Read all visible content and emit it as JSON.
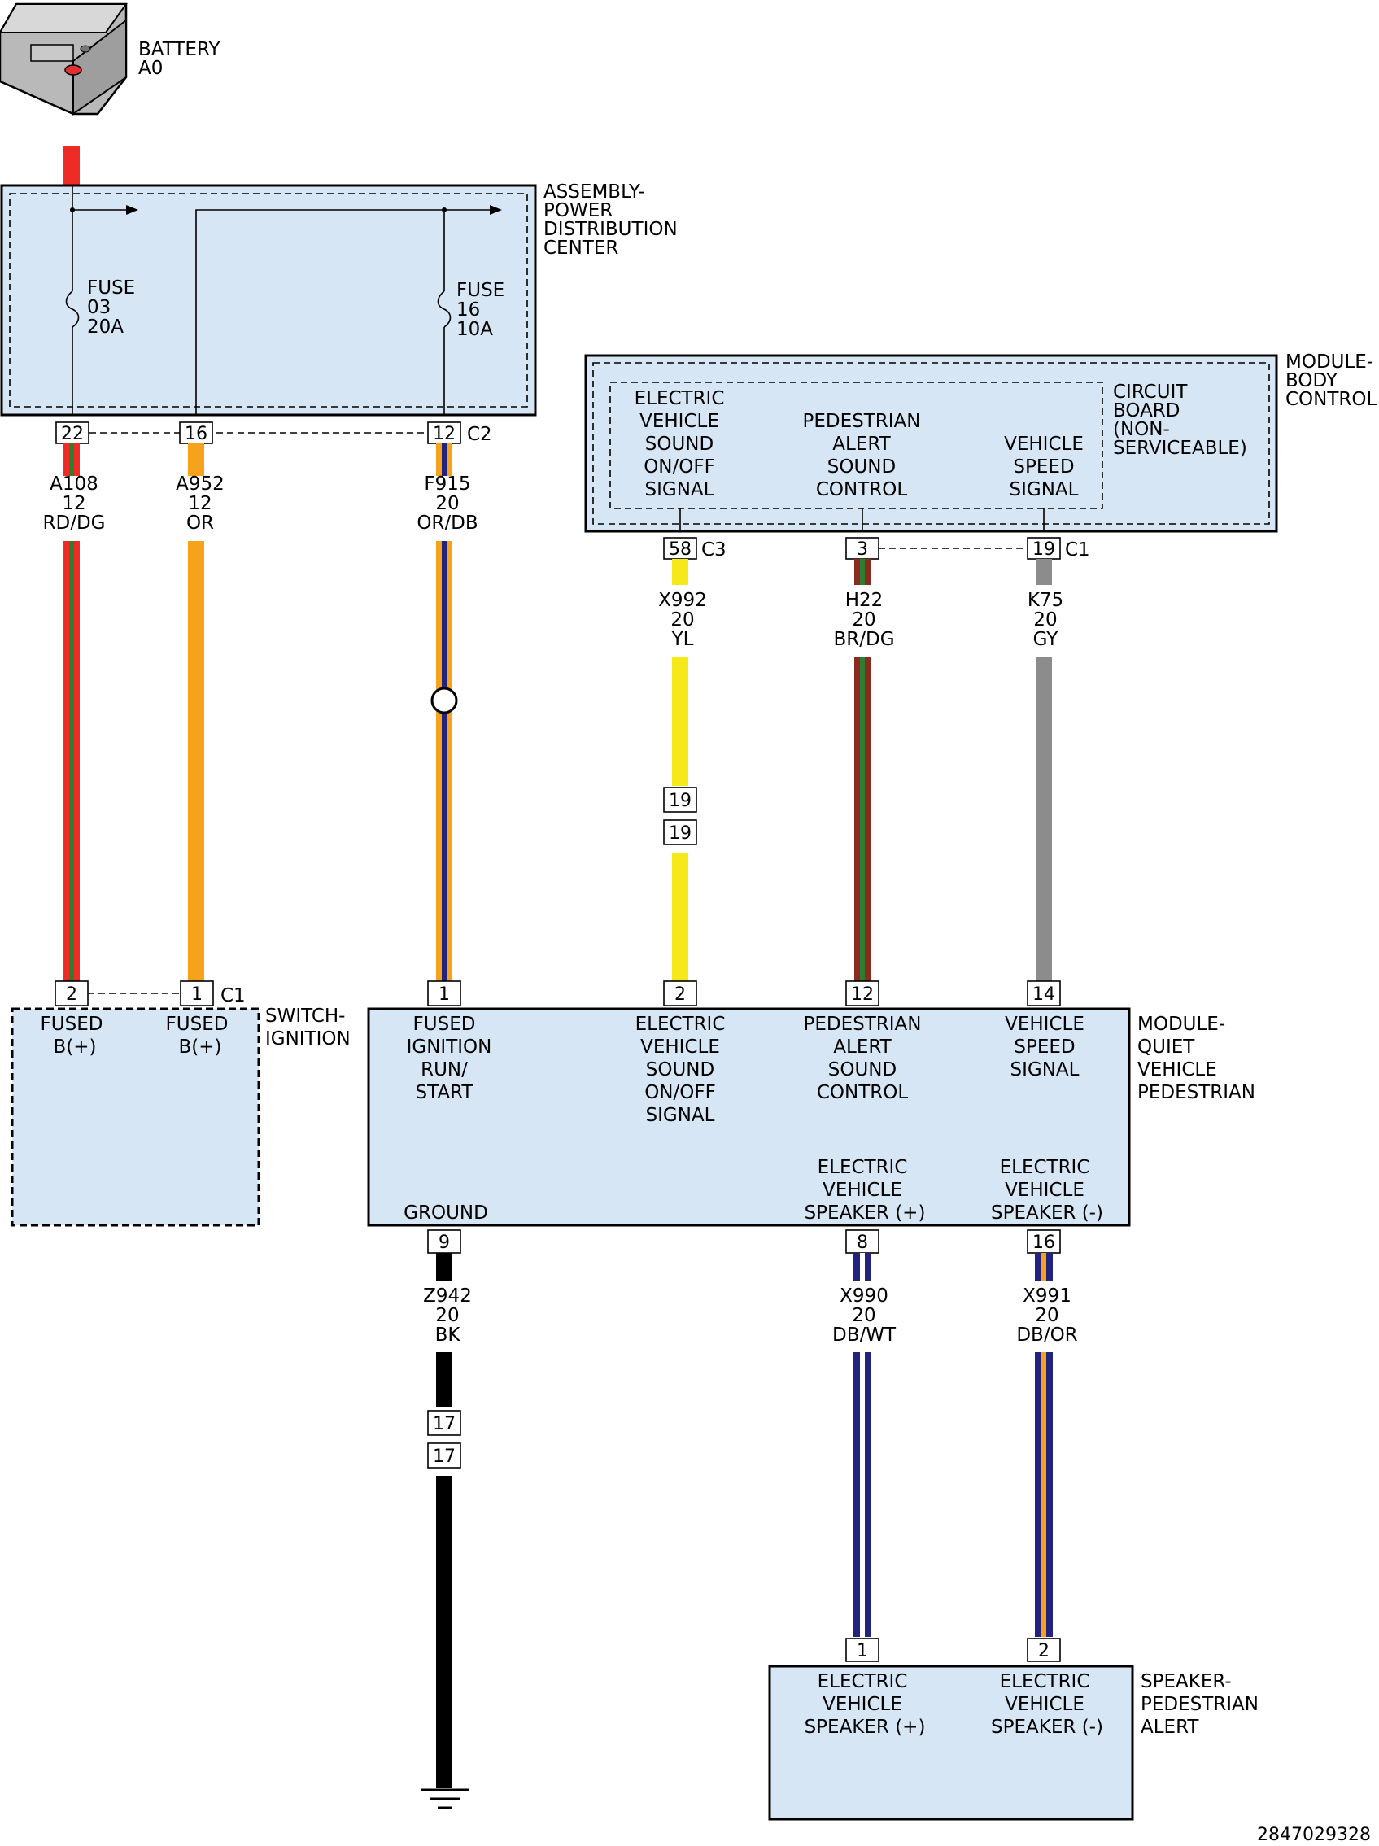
{
  "diagram_id": "2847029328",
  "battery": {
    "name": "BATTERY",
    "code": "A0"
  },
  "pdc": {
    "name": [
      "ASSEMBLY-",
      "POWER",
      "DISTRIBUTION",
      "CENTER"
    ],
    "fuse1": [
      "FUSE",
      "03",
      "20A"
    ],
    "fuse2": [
      "FUSE",
      "16",
      "10A"
    ],
    "connector": "C2",
    "pins": [
      "22",
      "16",
      "12"
    ]
  },
  "bcm": {
    "name": [
      "MODULE-",
      "BODY",
      "CONTROL"
    ],
    "board": [
      "CIRCUIT",
      "BOARD",
      "(NON-",
      "SERVICEABLE)"
    ],
    "signals": {
      "evsound": [
        "ELECTRIC",
        "VEHICLE",
        "SOUND",
        "ON/OFF",
        "SIGNAL"
      ],
      "pedalert": [
        "PEDESTRIAN",
        "ALERT",
        "SOUND",
        "CONTROL"
      ],
      "vspeed": [
        "VEHICLE",
        "SPEED",
        "SIGNAL"
      ]
    },
    "pins": [
      {
        "pin": "58",
        "conn": "C3"
      },
      {
        "pin": "3",
        "conn": ""
      },
      {
        "pin": "19",
        "conn": "C1"
      }
    ]
  },
  "wires": {
    "a108": [
      "A108",
      "12",
      "RD/DG"
    ],
    "a952": [
      "A952",
      "12",
      "OR"
    ],
    "f915": [
      "F915",
      "20",
      "OR/DB"
    ],
    "x992": [
      "X992",
      "20",
      "YL"
    ],
    "h22": [
      "H22",
      "20",
      "BR/DG"
    ],
    "k75": [
      "K75",
      "20",
      "GY"
    ],
    "z942": [
      "Z942",
      "20",
      "BK"
    ],
    "x990": [
      "X990",
      "20",
      "DB/WT"
    ],
    "x991": [
      "X991",
      "20",
      "DB/OR"
    ]
  },
  "inline": {
    "x992": "19",
    "z942": "17"
  },
  "ignition": {
    "name": [
      "SWITCH-",
      "IGNITION"
    ],
    "conn": "C1",
    "pins": [
      "2",
      "1"
    ],
    "fused1": [
      "FUSED",
      "B(+)"
    ],
    "fused2": [
      "FUSED",
      "B(+)"
    ]
  },
  "qvp": {
    "name": [
      "MODULE-",
      "QUIET",
      "VEHICLE",
      "PEDESTRIAN"
    ],
    "top_pins": [
      "1",
      "2",
      "12",
      "14"
    ],
    "bottom_pins": [
      "9",
      "8",
      "16"
    ],
    "fused": [
      "FUSED",
      "IGNITION",
      "RUN/",
      "START"
    ],
    "evsound": [
      "ELECTRIC",
      "VEHICLE",
      "SOUND",
      "ON/OFF",
      "SIGNAL"
    ],
    "pedalert": [
      "PEDESTRIAN",
      "ALERT",
      "SOUND",
      "CONTROL"
    ],
    "vspeed": [
      "VEHICLE",
      "SPEED",
      "SIGNAL"
    ],
    "ground": "GROUND",
    "spkplus": [
      "ELECTRIC",
      "VEHICLE",
      "SPEAKER (+)"
    ],
    "spkminus": [
      "ELECTRIC",
      "VEHICLE",
      "SPEAKER (-)"
    ]
  },
  "speaker": {
    "name": [
      "SPEAKER-",
      "PEDESTRIAN",
      "ALERT"
    ],
    "pins": [
      "1",
      "2"
    ],
    "plus": [
      "ELECTRIC",
      "VEHICLE",
      "SPEAKER (+)"
    ],
    "minus": [
      "ELECTRIC",
      "VEHICLE",
      "SPEAKER (-)"
    ]
  },
  "colors": {
    "red": "#ee2b24",
    "dark_green": "#2e7d32",
    "orange": "#f7a21c",
    "dark_blue": "#22237e",
    "yellow": "#f5e81b",
    "brown": "#8b2a1f",
    "gray": "#8c8c8c",
    "black": "#000000",
    "white": "#ffffff",
    "module_fill": "#d6e6f5"
  }
}
